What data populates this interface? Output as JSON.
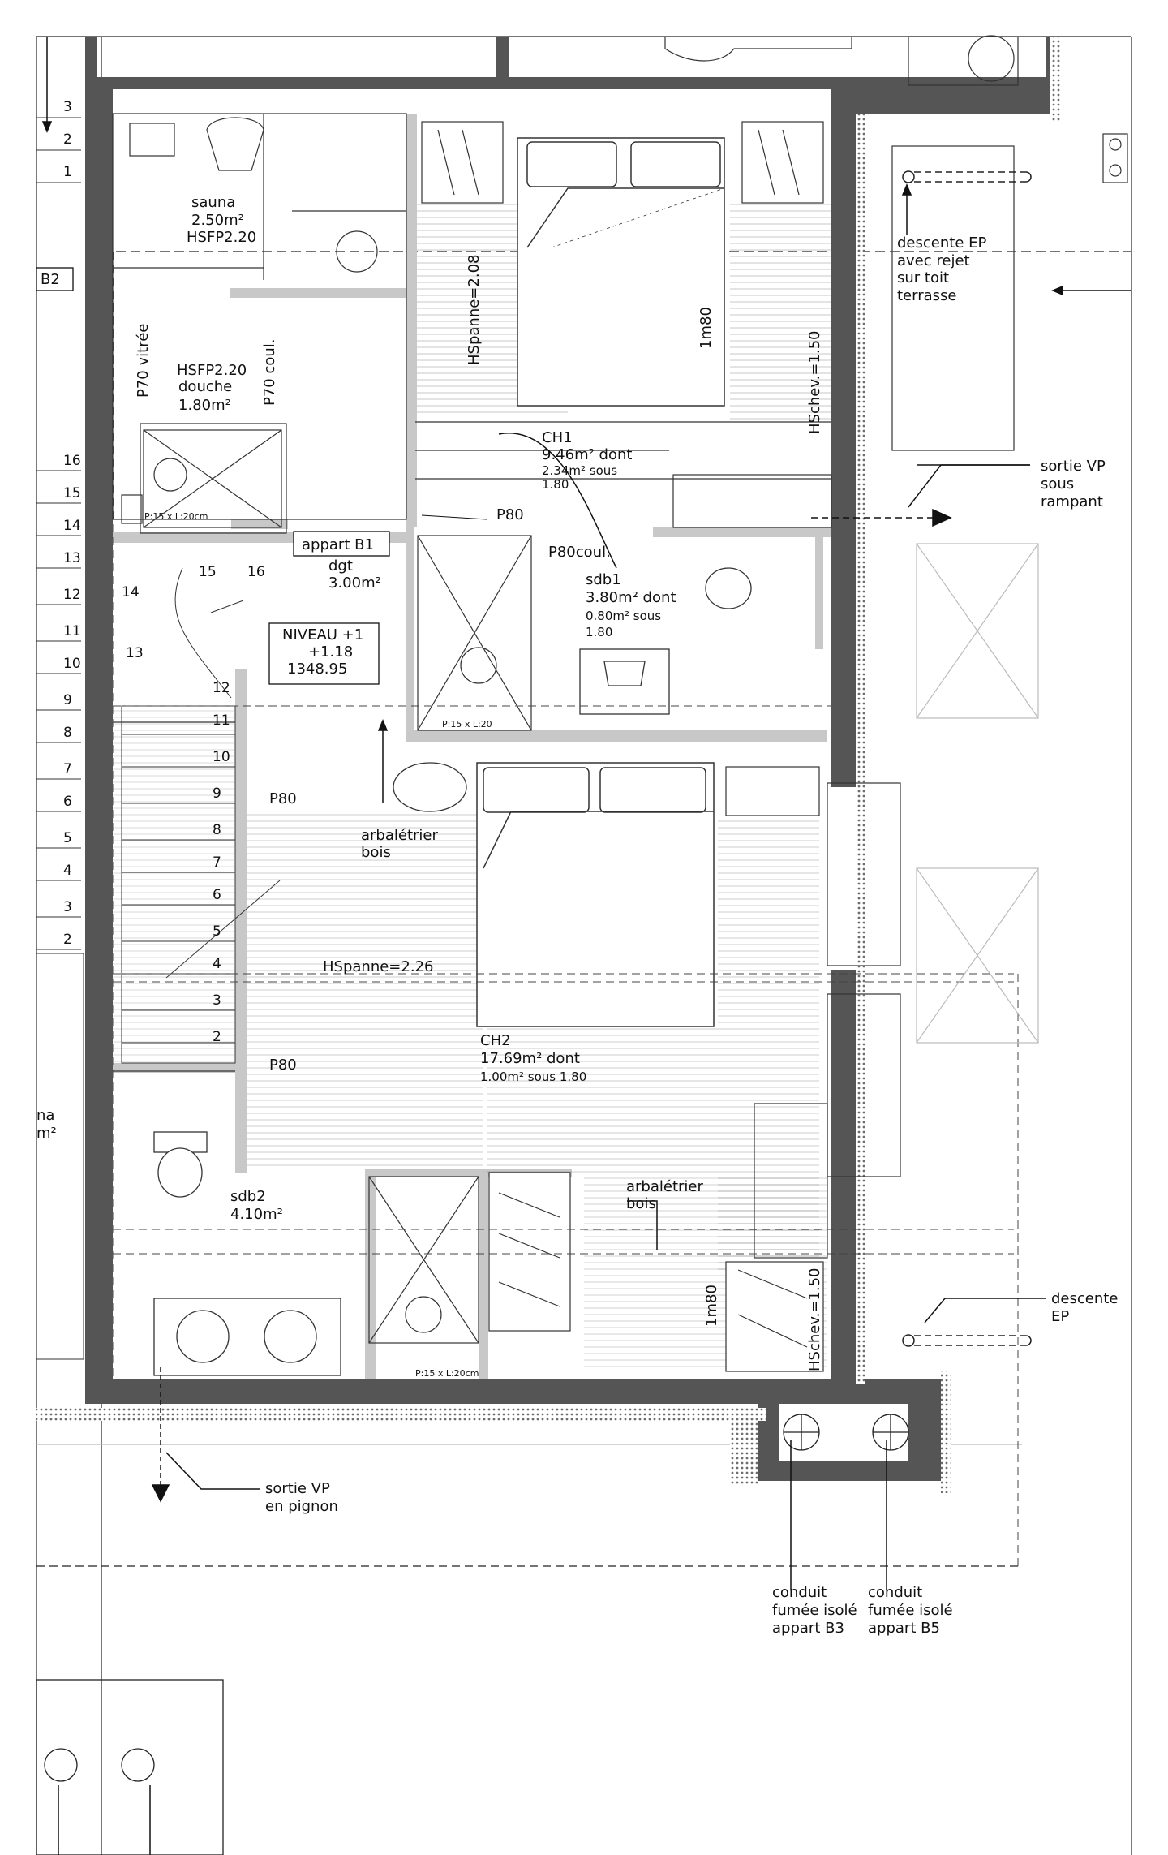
{
  "colors": {
    "wall": "#555555",
    "wall_dark": "#3a3a3a",
    "line": "#222222",
    "light": "#bdbdbd",
    "insulation": "#8a8a8a"
  },
  "stair_numbers_left": [
    "3",
    "2",
    "1",
    "16",
    "15",
    "14",
    "13",
    "12",
    "11",
    "10",
    "9",
    "8",
    "7",
    "6",
    "5",
    "4",
    "3",
    "2"
  ],
  "stair_numbers_inner": [
    "12",
    "11",
    "10",
    "9",
    "8",
    "7",
    "6",
    "5",
    "4",
    "3",
    "2"
  ],
  "stair_numbers_turn": [
    "14",
    "15",
    "16",
    "13"
  ],
  "rooms": {
    "sauna": {
      "name": "sauna",
      "area": "2.50m²",
      "height": "HSFP2.20"
    },
    "douche": {
      "height": "HSFP2.20",
      "name": "douche",
      "area": "1.80m²"
    },
    "ch1": {
      "name": "CH1",
      "area": "9.46m² dont",
      "note": "2.34m² sous",
      "note2": "1.80"
    },
    "dgt": {
      "name": "dgt",
      "area": "3.00m²"
    },
    "sdb1": {
      "name": "sdb1",
      "area": "3.80m² dont",
      "note": "0.80m² sous",
      "note2": "1.80"
    },
    "ch2": {
      "name": "CH2",
      "area": "17.69m² dont",
      "note": "1.00m² sous 1.80"
    },
    "sdb2": {
      "name": "sdb2",
      "area": "4.10m²"
    }
  },
  "labels": {
    "b2": "B2",
    "appart_b1": "appart B1",
    "niveau_l1": "NIVEAU +1",
    "niveau_l2": "+1.18",
    "niveau_l3": "1348.95",
    "p70_vitree": "P70 vitrée",
    "p70_coul": "P70 coul.",
    "hspanne_top": "HSpanne=2.08",
    "hschev_top": "HSchev.=1.50",
    "hschev_bottom": "HSchev.=1.50",
    "hspanne_mid": "HSpanne=2.26",
    "one_m80_top": "1m80",
    "one_m80_bottom": "1m80",
    "p80_ch1": "P80",
    "p80_coul": "P80coul.",
    "p80_mid": "P80",
    "p80_low": "P80",
    "arbaletrier1_l1": "arbalétrier",
    "arbaletrier1_l2": "bois",
    "arbaletrier2_l1": "arbalétrier",
    "arbaletrier2_l2": "bois",
    "shower1": "P:15 x L:20cm",
    "shower2": "P:15 x L:20",
    "shower3": "P:15 x L:20cm",
    "descente_ep_l1": "descente EP",
    "descente_ep_l2": "avec rejet",
    "descente_ep_l3": "sur toit",
    "descente_ep_l4": "terrasse",
    "sortie_vp_l1": "sortie VP",
    "sortie_vp_l2": "sous",
    "sortie_vp_l3": "rampant",
    "descente_ep2_l1": "descente",
    "descente_ep2_l2": "EP",
    "sortie_vp2_l1": "sortie VP",
    "sortie_vp2_l2": "en pignon",
    "conduit_b3_l1": "conduit",
    "conduit_b3_l2": "fumée isolé",
    "conduit_b3_l3": "appart B3",
    "conduit_b5_l1": "conduit",
    "conduit_b5_l2": "fumée isolé",
    "conduit_b5_l3": "appart B5",
    "left_partial_l1": "na",
    "left_partial_l2": "m²"
  }
}
